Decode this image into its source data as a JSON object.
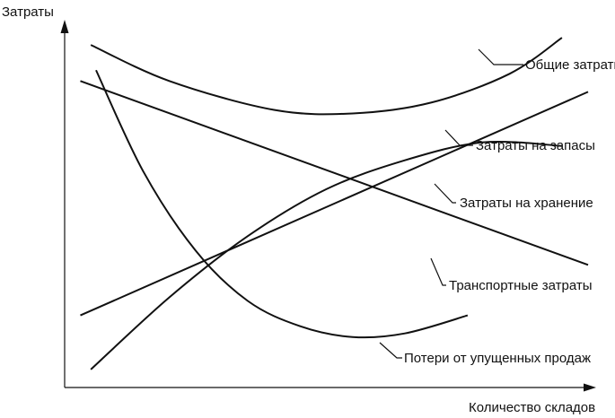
{
  "chart_data": {
    "type": "line",
    "xlabel": "Количество складов",
    "ylabel": "Затраты",
    "xlim": [
      0,
      100
    ],
    "ylim": [
      0,
      100
    ],
    "grid": false,
    "legend": "inline-right",
    "series": [
      {
        "name": "Общие затраты",
        "x": [
          5,
          20,
          40,
          55,
          70,
          85,
          95
        ],
        "y": [
          95,
          85,
          77,
          76,
          79,
          87,
          97
        ]
      },
      {
        "name": "Затраты на запасы",
        "x": [
          3,
          100
        ],
        "y": [
          20,
          82
        ]
      },
      {
        "name": "Затраты на хранение",
        "x": [
          5,
          20,
          35,
          50,
          65,
          80,
          95
        ],
        "y": [
          5,
          25,
          42,
          55,
          63,
          68,
          67
        ]
      },
      {
        "name": "Транспортные затраты",
        "x": [
          3,
          100
        ],
        "y": [
          85,
          34
        ]
      },
      {
        "name": "Потери от упущенных продаж",
        "x": [
          6,
          15,
          25,
          35,
          45,
          55,
          65,
          77
        ],
        "y": [
          88,
          60,
          38,
          24,
          17,
          14,
          15,
          20
        ]
      }
    ]
  },
  "colors": {
    "line": "#111111",
    "background": "#ffffff"
  }
}
